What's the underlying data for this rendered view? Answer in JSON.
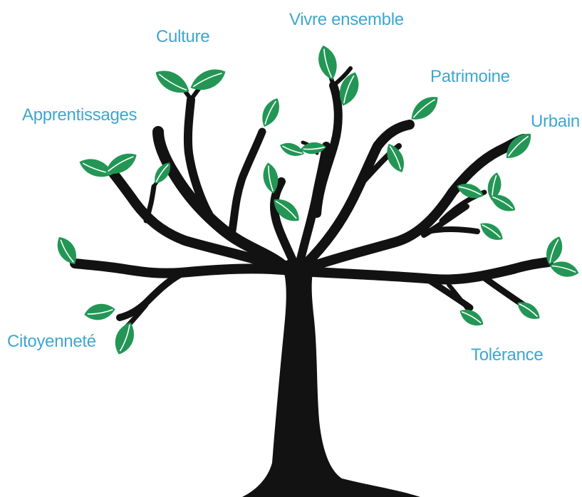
{
  "colors": {
    "label": "#3ea7cf",
    "leaf": "#239655",
    "leaf_vein": "#ffffff",
    "trunk": "#121212",
    "background": "#ffffff"
  },
  "labels": {
    "vivre_ensemble": "Vivre ensemble",
    "culture": "Culture",
    "patrimoine": "Patrimoine",
    "apprentissages": "Apprentissages",
    "urbain": "Urbain",
    "citoyennete": "Citoyenneté",
    "tolerance": "Tolérance"
  }
}
